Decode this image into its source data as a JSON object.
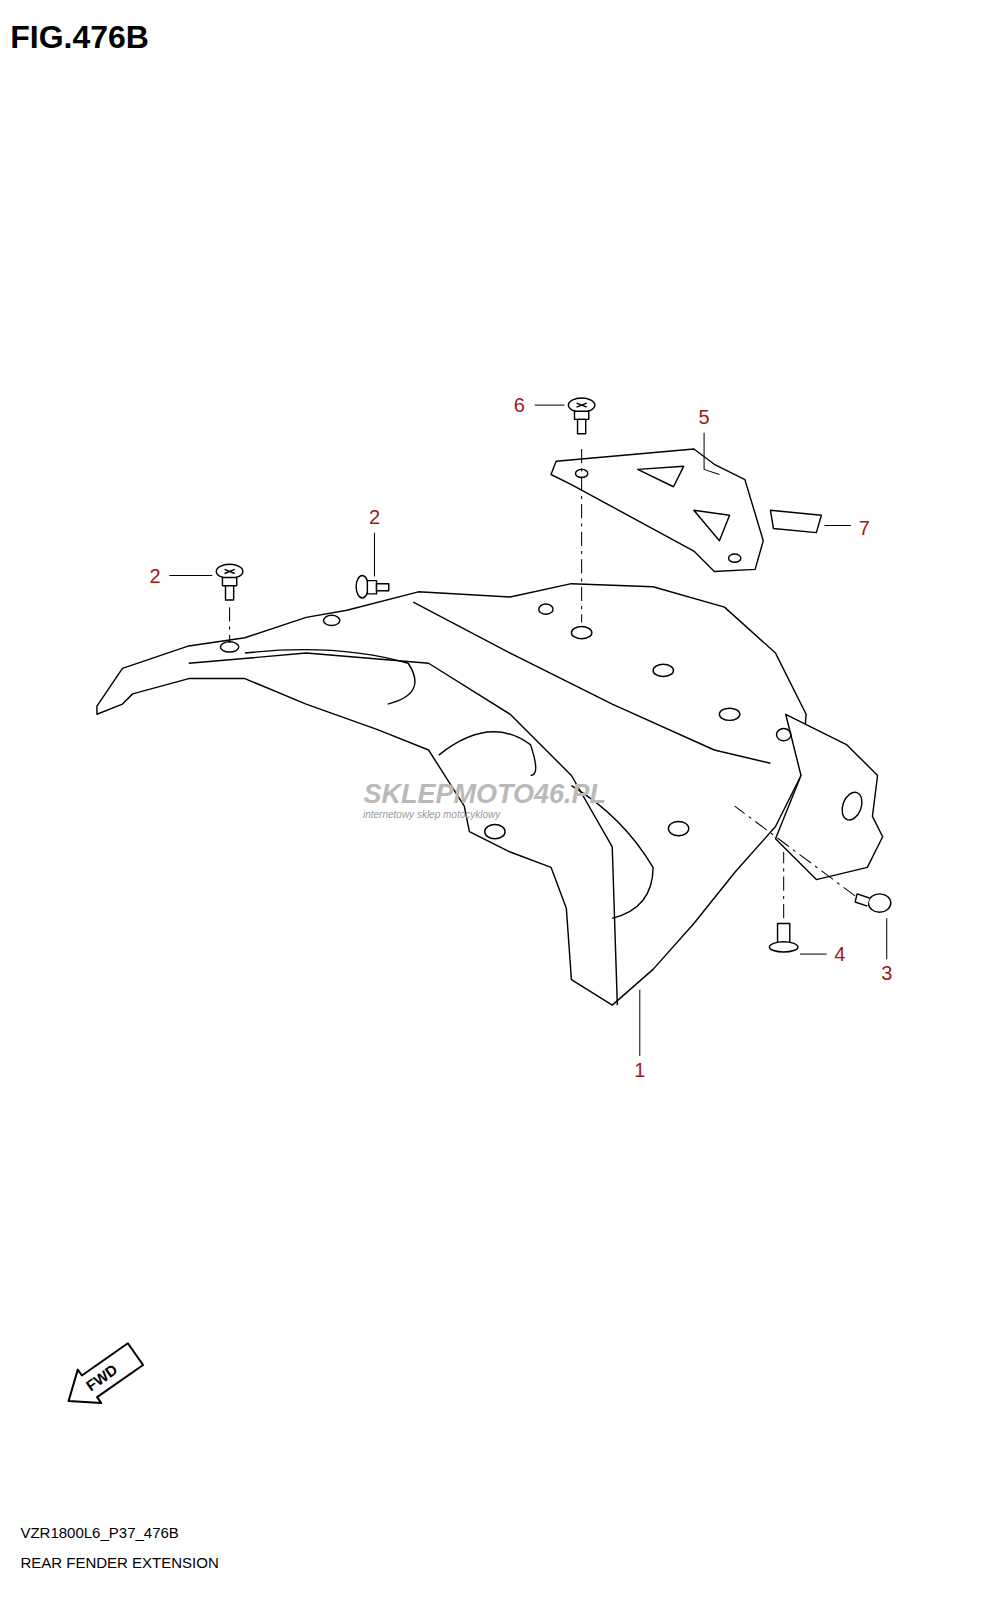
{
  "diagram": {
    "title": "FIG.476B",
    "labels": [
      "6",
      "5",
      "7",
      "2",
      "2",
      "4",
      "3",
      "1",
      "SKLEPMOTO46.PL",
      "internetowy sklep motocyklowy",
      "FWD",
      "VZR1800L6_P37_476B",
      "REAR FENDER EXTENSION"
    ]
  }
}
